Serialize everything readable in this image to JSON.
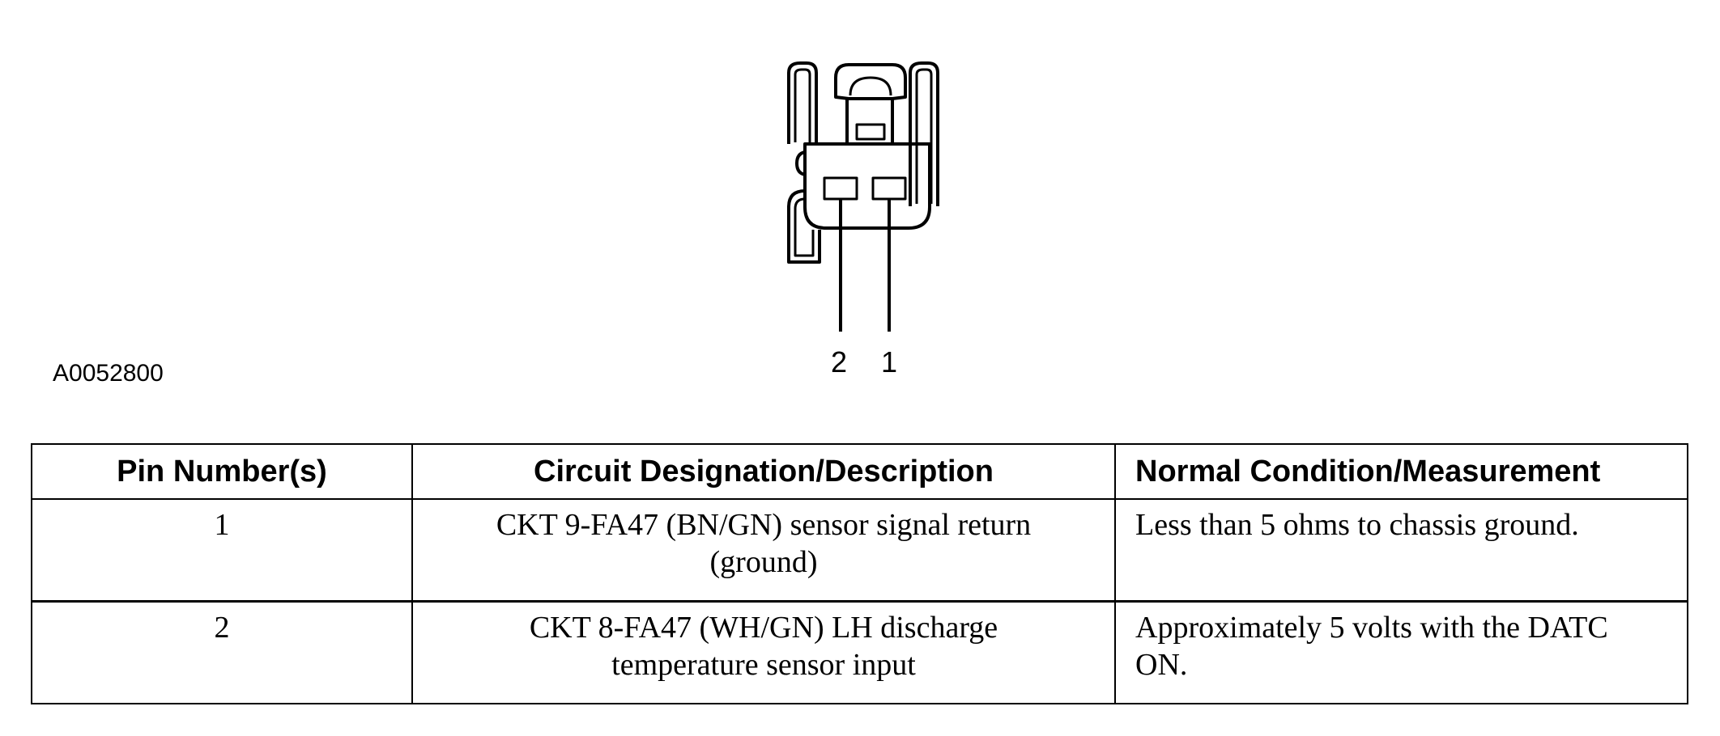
{
  "figure": {
    "id": "A0052800",
    "pin_labels": [
      "2",
      "1"
    ]
  },
  "table": {
    "headers": [
      "Pin Number(s)",
      "Circuit Designation/Description",
      "Normal Condition/Measurement"
    ],
    "rows": [
      {
        "pin": "1",
        "description": [
          "CKT 9-FA47 (BN/GN) sensor signal return",
          "(ground)"
        ],
        "condition": "Less than 5 ohms to chassis ground."
      },
      {
        "pin": "2",
        "description": [
          "CKT 8-FA47 (WH/GN) LH discharge",
          "temperature sensor input"
        ],
        "condition": "Approximately 5 volts with the DATC ON."
      }
    ]
  }
}
